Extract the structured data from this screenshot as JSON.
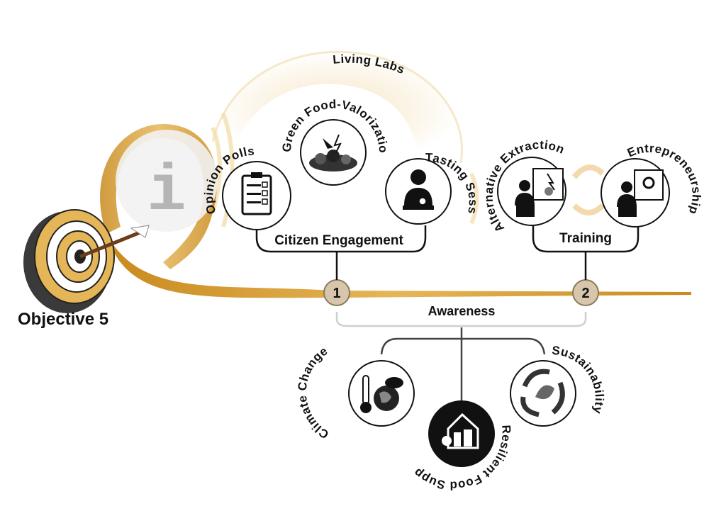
{
  "objective": "Objective 5",
  "info_glyph": "i",
  "living_labs": "Living Labs",
  "milestones": [
    "1",
    "2"
  ],
  "groups": {
    "citizen_engagement": "Citizen Engagement",
    "training": "Training",
    "awareness": "Awareness"
  },
  "nodes": {
    "opinion_polls": "Opinion Polls",
    "green_workshops": "Green Food-Valorization Workshops",
    "tasting_sessions": "Tasting Sessions",
    "alternative_extraction": "Alternative Extraction",
    "entrepreneurship": "Entrepreneurship",
    "climate_change": "Climate Change",
    "resilient_food_supply": "Resilient Food Supply",
    "sustainability": "Sustainability"
  },
  "icons": {
    "target": "target-with-arrow-icon",
    "info": "info-icon",
    "opinion_polls": "clipboard-checklist-icon",
    "green_workshops": "food-waste-pile-icon",
    "tasting_sessions": "person-tasting-icon",
    "alternative_extraction": "presenter-extraction-icon",
    "entrepreneurship": "presenter-gear-icon",
    "climate_change": "thermometer-globe-co2-icon",
    "resilient_food_supply": "food-house-icon",
    "sustainability": "recycle-leaf-icon"
  },
  "colors": {
    "gold": "#d9a53a",
    "gold_light": "#f3dca6",
    "milestone": "#d8c6ac",
    "ink": "#111111"
  }
}
